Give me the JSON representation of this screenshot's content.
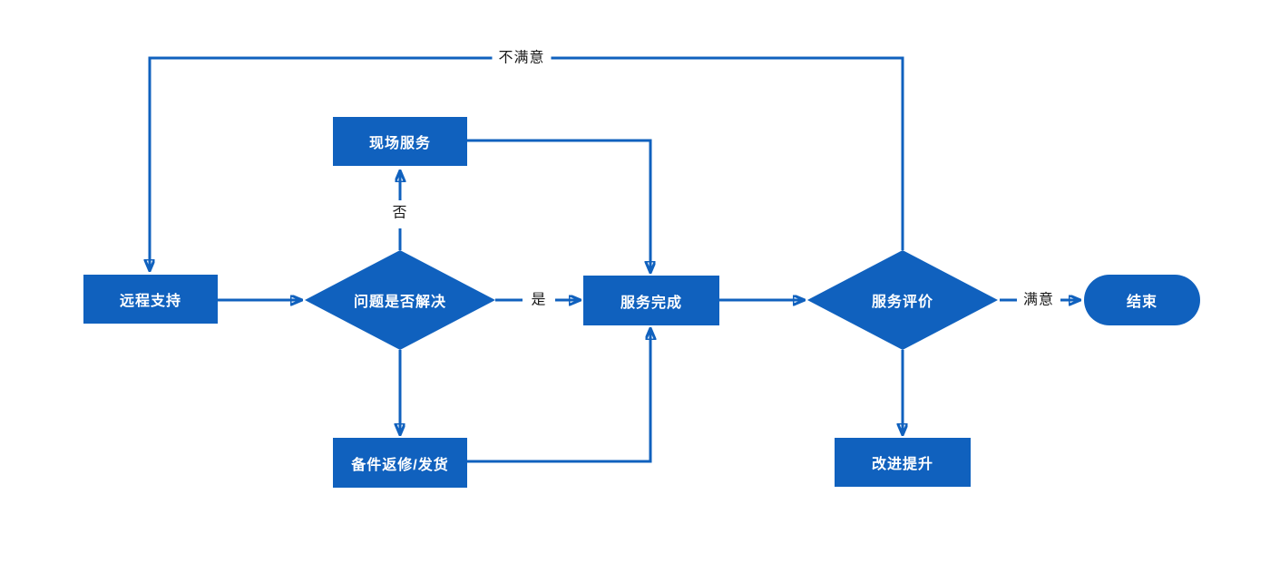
{
  "diagram": {
    "title_hint": "service-support-flowchart",
    "background_color": "#ffffff",
    "accent_color": "#1061BE",
    "node_text_color": "#ffffff",
    "edge_label_color": "#1a1a1a",
    "nodes": {
      "remote_support": {
        "label": "远程支持",
        "shape": "rectangle"
      },
      "onsite_service": {
        "label": "现场服务",
        "shape": "rectangle"
      },
      "problem_solved": {
        "label": "问题是否解决",
        "shape": "diamond"
      },
      "service_complete": {
        "label": "服务完成",
        "shape": "rectangle"
      },
      "spare_parts": {
        "label": "备件返修/发货",
        "shape": "rectangle"
      },
      "service_evaluation": {
        "label": "服务评价",
        "shape": "diamond"
      },
      "improvement": {
        "label": "改进提升",
        "shape": "rectangle"
      },
      "end": {
        "label": "结束",
        "shape": "pill"
      }
    },
    "edge_labels": {
      "no": "否",
      "yes": "是",
      "satisfied": "满意",
      "unsatisfied": "不满意"
    },
    "edges": [
      {
        "from": "remote_support",
        "to": "problem_solved",
        "label": ""
      },
      {
        "from": "problem_solved",
        "to": "onsite_service",
        "label": "否"
      },
      {
        "from": "onsite_service",
        "to": "service_complete",
        "label": ""
      },
      {
        "from": "problem_solved",
        "to": "service_complete",
        "label": "是"
      },
      {
        "from": "problem_solved",
        "to": "spare_parts",
        "label": ""
      },
      {
        "from": "spare_parts",
        "to": "service_complete",
        "label": ""
      },
      {
        "from": "service_complete",
        "to": "service_evaluation",
        "label": ""
      },
      {
        "from": "service_evaluation",
        "to": "end",
        "label": "满意"
      },
      {
        "from": "service_evaluation",
        "to": "remote_support",
        "label": "不满意"
      },
      {
        "from": "service_evaluation",
        "to": "improvement",
        "label": ""
      }
    ]
  }
}
